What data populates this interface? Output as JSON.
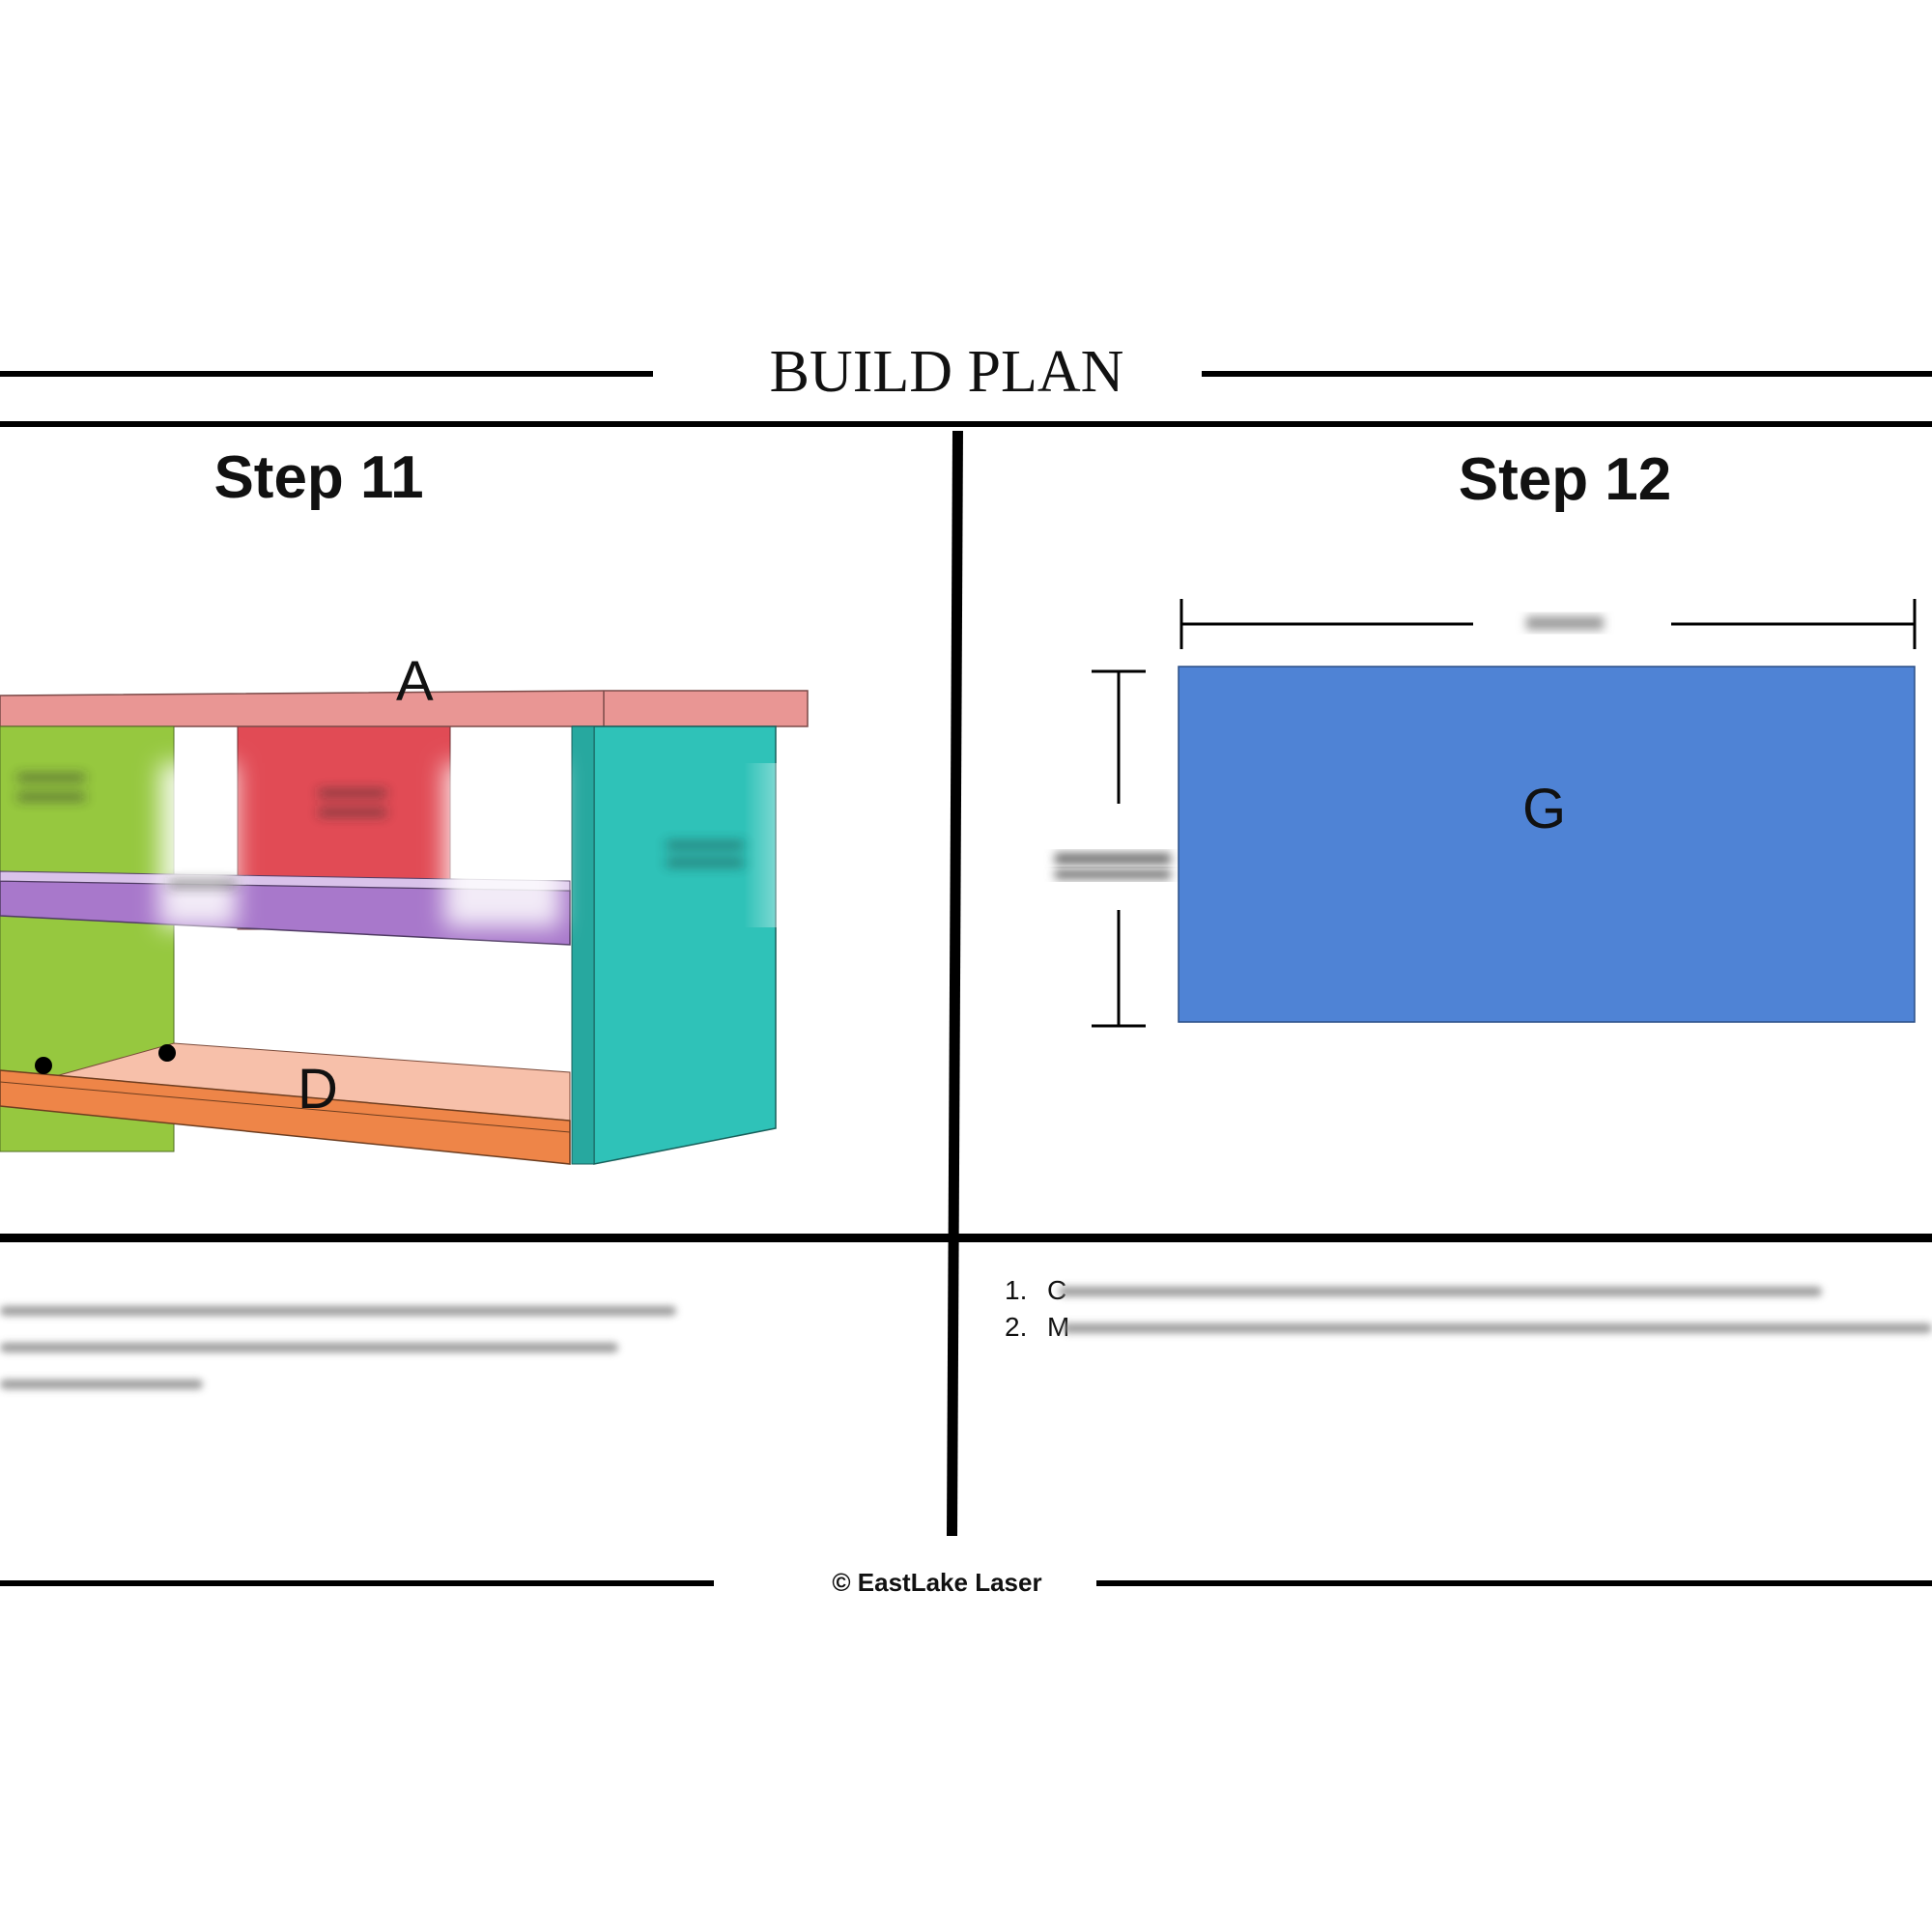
{
  "page_title": "BUILD PLAN",
  "step11": {
    "title": "Step 11",
    "part_labels": {
      "top": "A",
      "bottom": "D"
    },
    "parts_colors": {
      "top_board": "#e99694",
      "left_side": "#96c83f",
      "right_side": "#2fc2b8",
      "back_panel": "#e14b55",
      "middle_shelf": "#a878cb",
      "bottom_shelf": "#f7c0aa",
      "bottom_trim": "#ee8548"
    }
  },
  "step12": {
    "title": "Step 12",
    "part_label": "G",
    "panel_color": "#4f83d5",
    "instructions": [
      {
        "num": "1.",
        "text": "C"
      },
      {
        "num": "2.",
        "text": "M"
      }
    ]
  },
  "footer": "© EastLake Laser"
}
